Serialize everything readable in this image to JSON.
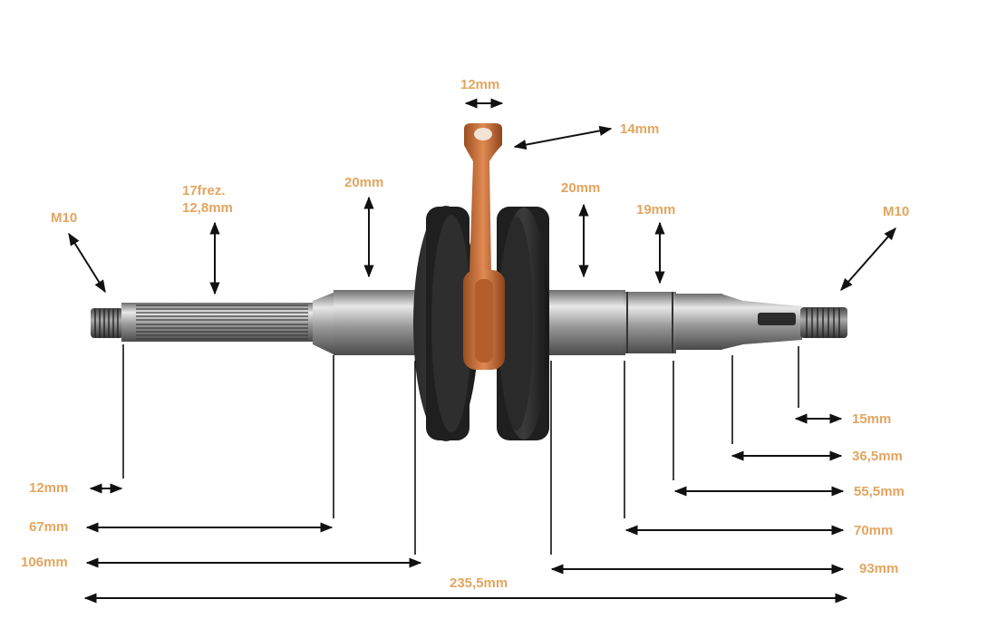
{
  "colors": {
    "label": "#e3a55f",
    "arrow": "#111111",
    "rod": "#c8733e",
    "weight": "#1b1b1b",
    "steel": "#a9a9a9"
  },
  "top_labels": {
    "m10_left": "M10",
    "spline_line1": "17frez.",
    "spline_line2": "12,8mm",
    "main_left": "20mm",
    "pin_width": "12mm",
    "rod_width": "14mm",
    "main_right": "20mm",
    "bearing_right": "19mm",
    "m10_right": "M10"
  },
  "left_dims": {
    "d12": "12mm",
    "d67": "67mm",
    "d106": "106mm"
  },
  "total": "235,5mm",
  "right_dims": {
    "d15": "15mm",
    "d36": "36,5mm",
    "d55": "55,5mm",
    "d70": "70mm",
    "d93": "93mm"
  }
}
